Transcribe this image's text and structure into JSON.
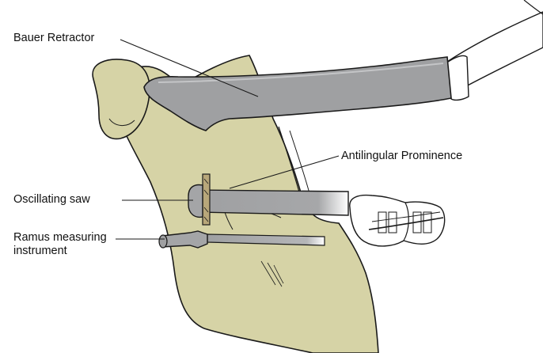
{
  "labels": {
    "bauer_retractor": "Bauer Retractor",
    "antilingular_prominence": "Antilingular Prominence",
    "oscillating_saw": "Oscillating saw",
    "ramus_line1": "Ramus measuring",
    "ramus_line2": "instrument"
  },
  "colors": {
    "bone": "#d6d3a6",
    "instrument": "#9fa0a2",
    "instrument_light": "#c4c5c7",
    "outline": "#1a1a1a",
    "teeth": "#ffffff"
  }
}
